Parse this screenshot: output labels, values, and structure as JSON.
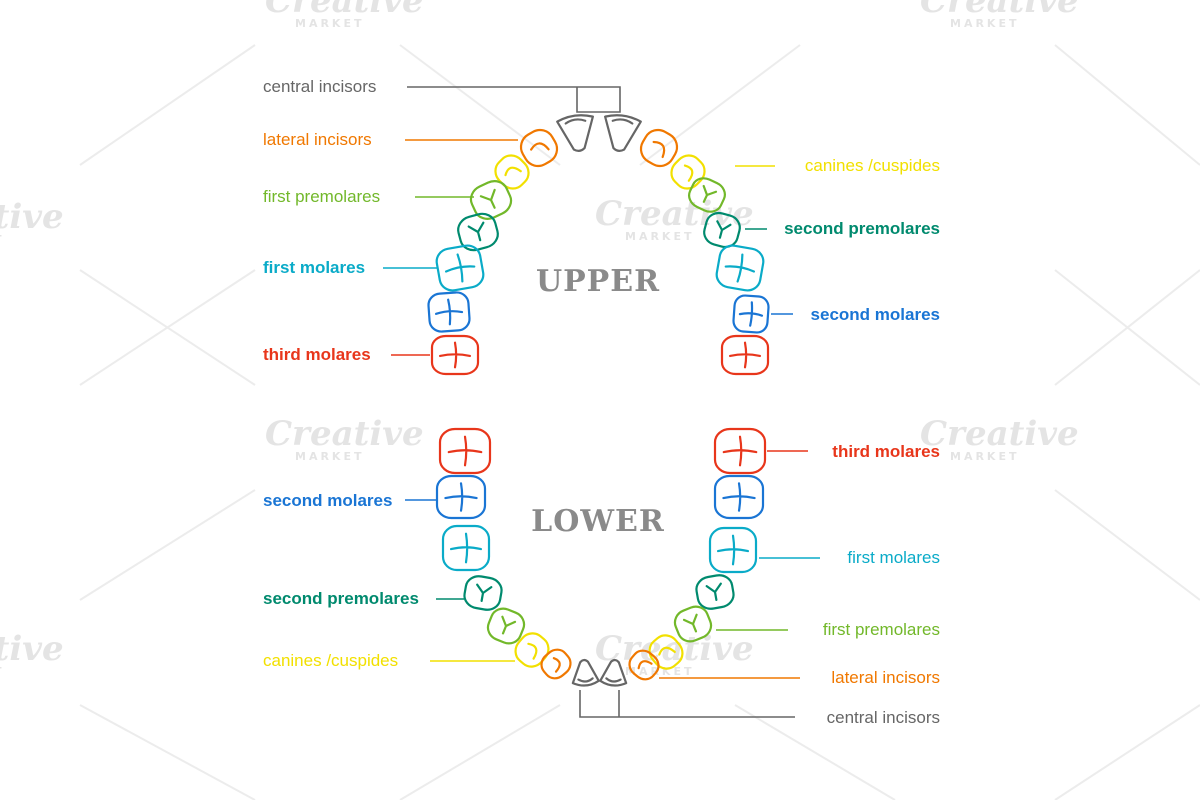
{
  "jaws": {
    "upper_title": "UPPER",
    "lower_title": "LOWER"
  },
  "upper_labels": [
    {
      "key": "central",
      "text": "central incisors",
      "color": "#666666"
    },
    {
      "key": "lateral",
      "text": "lateral incisors",
      "color": "#f07800"
    },
    {
      "key": "canine",
      "text": "canines /cuspides",
      "color": "#f2e000"
    },
    {
      "key": "premolar1",
      "text": "first premolares",
      "color": "#72b82a"
    },
    {
      "key": "premolar2",
      "text": "second premolares",
      "color": "#008a6e"
    },
    {
      "key": "molar1",
      "text": "first molares",
      "color": "#0aabc8"
    },
    {
      "key": "molar2",
      "text": "second molares",
      "color": "#1a75d4"
    },
    {
      "key": "molar3",
      "text": "third molares",
      "color": "#e8361b"
    }
  ],
  "lower_labels": [
    {
      "key": "molar3",
      "text": "third molares",
      "color": "#e8361b"
    },
    {
      "key": "molar2",
      "text": "second molares",
      "color": "#1a75d4"
    },
    {
      "key": "molar1",
      "text": "first molares",
      "color": "#0aabc8"
    },
    {
      "key": "premolar2",
      "text": "second premolares",
      "color": "#008a6e"
    },
    {
      "key": "premolar1",
      "text": "first premolares",
      "color": "#72b82a"
    },
    {
      "key": "canine",
      "text": "canines /cuspides",
      "color": "#f2e000"
    },
    {
      "key": "lateral",
      "text": "lateral incisors",
      "color": "#f07800"
    },
    {
      "key": "central",
      "text": "central incisors",
      "color": "#666666"
    }
  ],
  "watermark": {
    "main": "Creative",
    "sub": "MARKET"
  }
}
